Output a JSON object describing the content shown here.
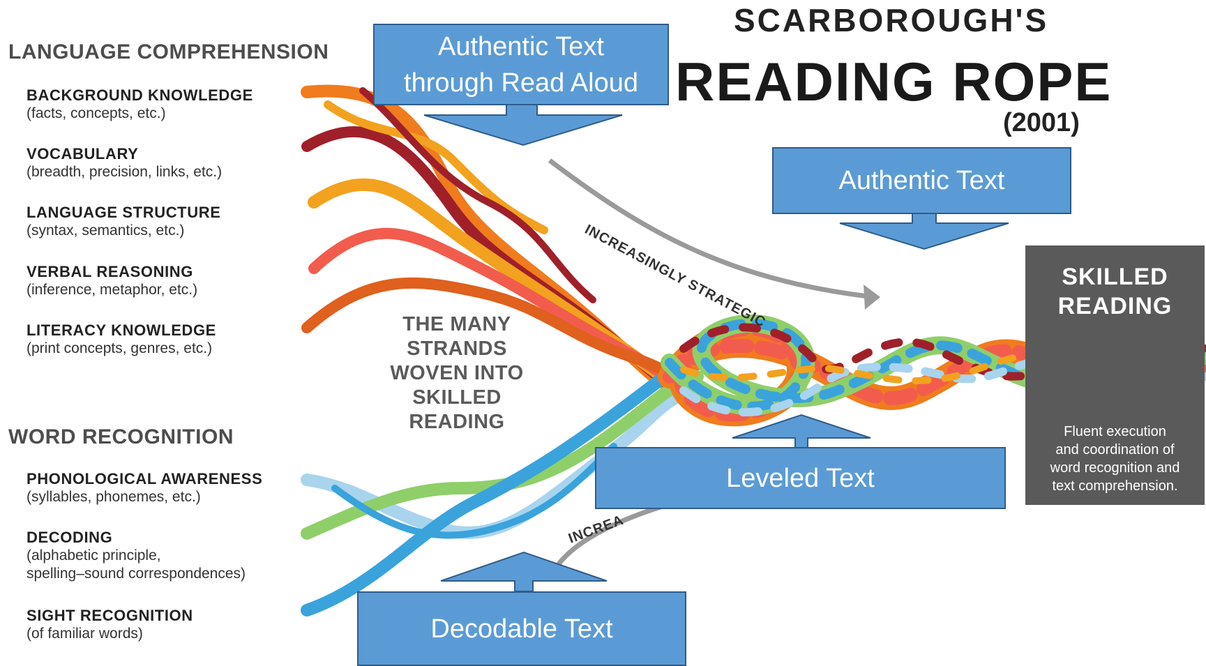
{
  "title": {
    "line1": "SCARBOROUGH'S",
    "line2": "READING ROPE",
    "year": "(2001)"
  },
  "language_comprehension": {
    "heading": "LANGUAGE COMPREHENSION",
    "items": [
      {
        "title": "BACKGROUND KNOWLEDGE",
        "desc": "(facts, concepts, etc.)"
      },
      {
        "title": "VOCABULARY",
        "desc": "(breadth, precision, links, etc.)"
      },
      {
        "title": "LANGUAGE STRUCTURE",
        "desc": "(syntax, semantics, etc.)"
      },
      {
        "title": "VERBAL REASONING",
        "desc": "(inference, metaphor, etc.)"
      },
      {
        "title": "LITERACY KNOWLEDGE",
        "desc": "(print concepts, genres, etc.)"
      }
    ]
  },
  "word_recognition": {
    "heading": "WORD RECOGNITION",
    "items": [
      {
        "title": "PHONOLOGICAL AWARENESS",
        "desc": "(syllables, phonemes, etc.)"
      },
      {
        "title": "DECODING",
        "desc": "(alphabetic principle,",
        "desc2": "spelling–sound correspondences)"
      },
      {
        "title": "SIGHT RECOGNITION",
        "desc": "(of familiar words)"
      }
    ]
  },
  "center_text": [
    "THE MANY",
    "STRANDS",
    "WOVEN INTO",
    "SKILLED",
    "READING"
  ],
  "arrows": {
    "strategic": "INCREASINGLY STRATEGIC",
    "automatic": "INCREA"
  },
  "skilled_reading": {
    "title1": "SKILLED",
    "title2": "READING",
    "desc": [
      "Fluent execution",
      "and coordination of",
      "word recognition and",
      "text comprehension."
    ]
  },
  "callouts": {
    "read_aloud": [
      "Authentic Text",
      "through Read Aloud"
    ],
    "authentic": "Authentic Text",
    "leveled": "Leveled Text",
    "decodable": "Decodable Text"
  },
  "colors": {
    "callout_fill": "#5b9bd5",
    "callout_border": "#2e5c8a",
    "skilled_box": "#5a5a5a",
    "strand_orange": "#f07c1e",
    "strand_darkred": "#a0202a",
    "strand_gold": "#f2a21e",
    "strand_coral": "#f25c4d",
    "strand_rust": "#e0601e",
    "strand_lightblue": "#a8d4ee",
    "strand_green": "#8fcf6a",
    "strand_blue": "#3aa3dc"
  }
}
